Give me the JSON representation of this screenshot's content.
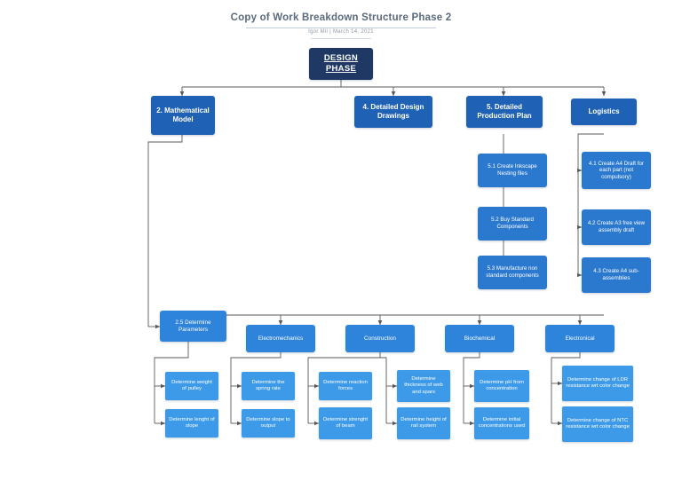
{
  "header": {
    "title": "Copy of Work Breakdown Structure Phase 2",
    "subtitle": "Igor Mil  |  March 14, 2021"
  },
  "colors": {
    "root": "#1F3864",
    "main": "#1F61B4",
    "mid": "#2B79CF",
    "category": "#2E83DA",
    "leaf": "#3D9AE8",
    "connector": "#595959",
    "background": "#FFFFFF",
    "title_text": "#5B6A7D"
  },
  "chart_data": {
    "type": "diagram",
    "title": "Copy of Work Breakdown Structure Phase 2",
    "layout": "top-down work breakdown structure tree",
    "levels": 4
  },
  "nodes": {
    "root": {
      "label": "DESIGN PHASE"
    },
    "main": [
      {
        "id": "mathematical-model",
        "label": "2. Mathematical Model"
      },
      {
        "id": "detailed-design-drawings",
        "label": "4. Detailed Design Drawings"
      },
      {
        "id": "detailed-production-plan",
        "label": "5. Detailed Production Plan"
      },
      {
        "id": "logistics",
        "label": "Logistics"
      }
    ],
    "production_plan_tasks": [
      {
        "id": "task-5-1",
        "label": "5.1 Create Inkscape Nesting files"
      },
      {
        "id": "task-5-2",
        "label": "5.2 Buy Standard Components"
      },
      {
        "id": "task-5-3",
        "label": "5.3 Manufacture non standard components"
      }
    ],
    "logistics_tasks": [
      {
        "id": "task-4-1",
        "label": "4.1 Create A4 Draft for each part (not compulsory)"
      },
      {
        "id": "task-4-2",
        "label": "4.2 Create A3 free view assembly draft"
      },
      {
        "id": "task-4-3",
        "label": "4.3 Create A4 sub-assemblies"
      }
    ],
    "determine_parameters": {
      "id": "task-2-5",
      "label": "2.5 Determine Parameters"
    },
    "categories": [
      {
        "id": "electromechanics",
        "label": "Electromechanics"
      },
      {
        "id": "construction",
        "label": "Construction"
      },
      {
        "id": "biochemical",
        "label": "Biochemical"
      },
      {
        "id": "electronical",
        "label": "Electronical"
      }
    ],
    "leaves": {
      "parameters": [
        {
          "id": "leaf-weight-pulley",
          "label": "Determine weight of pulley"
        },
        {
          "id": "leaf-lenght-slope",
          "label": "Determine lenght of slope"
        }
      ],
      "electromechanics": [
        {
          "id": "leaf-spring-rate",
          "label": "Determine the spring rate"
        },
        {
          "id": "leaf-slope-output",
          "label": "Determine slope to output"
        }
      ],
      "construction_left": [
        {
          "id": "leaf-reaction-forces",
          "label": "Determine reaction forces"
        },
        {
          "id": "leaf-strenght-beam",
          "label": "Determine strenght of beam"
        }
      ],
      "construction_right": [
        {
          "id": "leaf-thickness-web-spars",
          "label": "Determine thickness of web and spars"
        },
        {
          "id": "leaf-height-rail-system",
          "label": "Determine height of rail system"
        }
      ],
      "biochemical": [
        {
          "id": "leaf-ph-concentration",
          "label": "Determine pH from concentration"
        },
        {
          "id": "leaf-initial-concentrations",
          "label": "Determine initial concentrations used"
        }
      ],
      "electronical": [
        {
          "id": "leaf-ldr-resistance",
          "label": "Determine change of LDR resistance wrt color change"
        },
        {
          "id": "leaf-ntc-resistance",
          "label": "Determine change of NTC resistance wrt color change"
        }
      ]
    }
  }
}
